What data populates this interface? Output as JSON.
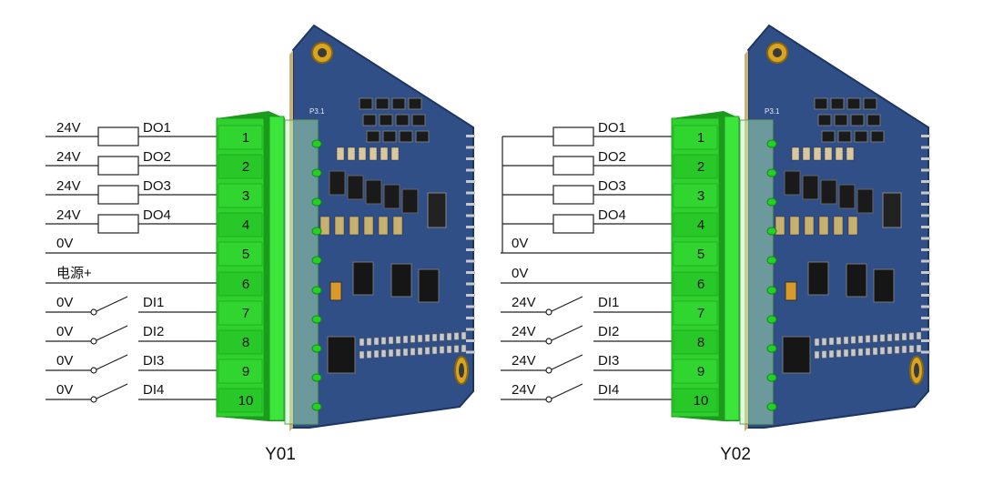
{
  "modules": [
    {
      "title": "Y01",
      "pcb_label": "P3.1",
      "pins": [
        "1",
        "2",
        "3",
        "4",
        "5",
        "6",
        "7",
        "8",
        "9",
        "10"
      ],
      "outputs": [
        {
          "left": "24V",
          "right": "DO1"
        },
        {
          "left": "24V",
          "right": "DO2"
        },
        {
          "left": "24V",
          "right": "DO3"
        },
        {
          "left": "24V",
          "right": "DO4"
        }
      ],
      "power": [
        {
          "label": "0V"
        },
        {
          "label": "电源+"
        }
      ],
      "inputs": [
        {
          "left": "0V",
          "right": "DI1"
        },
        {
          "left": "0V",
          "right": "DI2"
        },
        {
          "left": "0V",
          "right": "DI3"
        },
        {
          "left": "0V",
          "right": "DI4"
        }
      ]
    },
    {
      "title": "Y02",
      "pcb_label": "P3.1",
      "pins": [
        "1",
        "2",
        "3",
        "4",
        "5",
        "6",
        "7",
        "8",
        "9",
        "10"
      ],
      "outputs": [
        {
          "left": "",
          "right": "DO1"
        },
        {
          "left": "",
          "right": "DO2"
        },
        {
          "left": "",
          "right": "DO3"
        },
        {
          "left": "",
          "right": "DO4"
        }
      ],
      "power": [
        {
          "label": "0V"
        },
        {
          "label": "0V"
        }
      ],
      "inputs": [
        {
          "left": "24V",
          "right": "DI1"
        },
        {
          "left": "24V",
          "right": "DI2"
        },
        {
          "left": "24V",
          "right": "DI3"
        },
        {
          "left": "24V",
          "right": "DI4"
        }
      ]
    }
  ],
  "colors": {
    "terminal_green": "#2ed12e",
    "terminal_dark": "#1c9a1c",
    "pcb_blue": "#2f4f86",
    "pcb_edge": "#1d3563",
    "wire": "#222222",
    "gold": "#d9a520"
  }
}
